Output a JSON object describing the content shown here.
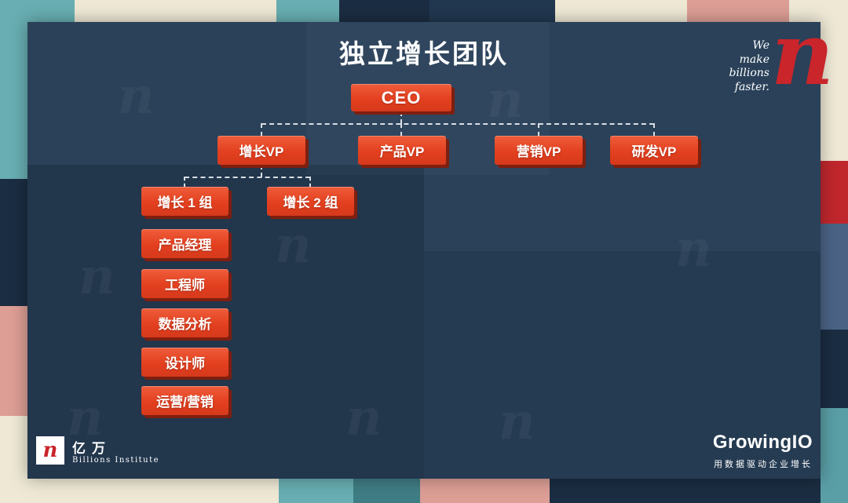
{
  "title": "独立增长团队",
  "header": {
    "tagline_lines": [
      "We",
      "make",
      "billions",
      "faster."
    ],
    "logo_letter": "n"
  },
  "org_chart": {
    "type": "org-tree",
    "root": "CEO",
    "vps": [
      "增长VP",
      "产品VP",
      "营销VP",
      "研发VP"
    ],
    "growth_vp_children": [
      "增长 1 组",
      "增长 2 组"
    ],
    "growth_group1_children": [
      "产品经理",
      "工程师",
      "数据分析",
      "设计师",
      "运营/营销"
    ]
  },
  "footer": {
    "left": {
      "logo_letter": "n",
      "name_cn": "亿万",
      "name_en": "Billions Institute"
    },
    "right": {
      "brand": "GrowingIO",
      "tagline": "用数据驱动企业增长"
    }
  },
  "decor": {
    "watermark_letter": "n"
  },
  "colors": {
    "panel_navy": "#2a4159",
    "node_red": "#e3401f",
    "node_shadow": "#7e1f10",
    "connector_dash": "#d9dee4",
    "brand_red": "#c9252b",
    "tile_teal": "#68aeb2",
    "tile_cream": "#eee8d5",
    "tile_salmon": "#dc9e95",
    "tile_red": "#c0272d",
    "tile_slate": "#4a6384",
    "tile_navy": "#1b2d42"
  }
}
